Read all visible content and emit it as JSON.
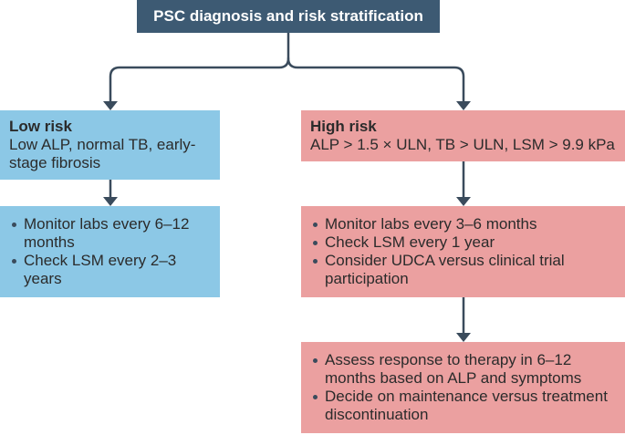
{
  "title": "PSC diagnosis and risk stratification",
  "low_risk": {
    "heading": "Low risk",
    "criteria": "Low ALP, normal TB, early-stage fibrosis",
    "actions": [
      "Monitor labs every 6–12 months",
      "Check LSM every 2–3 years"
    ]
  },
  "high_risk": {
    "heading": "High risk",
    "criteria": "ALP > 1.5 × ULN, TB > ULN,  LSM > 9.9 kPa",
    "actions": [
      "Monitor labs every 3–6 months",
      "Check LSM every 1 year",
      "Consider UDCA versus clinical trial participation"
    ],
    "followup": [
      "Assess response to therapy in 6–12 months based on ALP and symptoms",
      "Decide on maintenance versus treatment discontinuation"
    ]
  },
  "colors": {
    "title_bg": "#3d5a73",
    "low_risk": "#8cc8e6",
    "high_risk": "#eba0a0",
    "connector": "#3a4b5c"
  }
}
